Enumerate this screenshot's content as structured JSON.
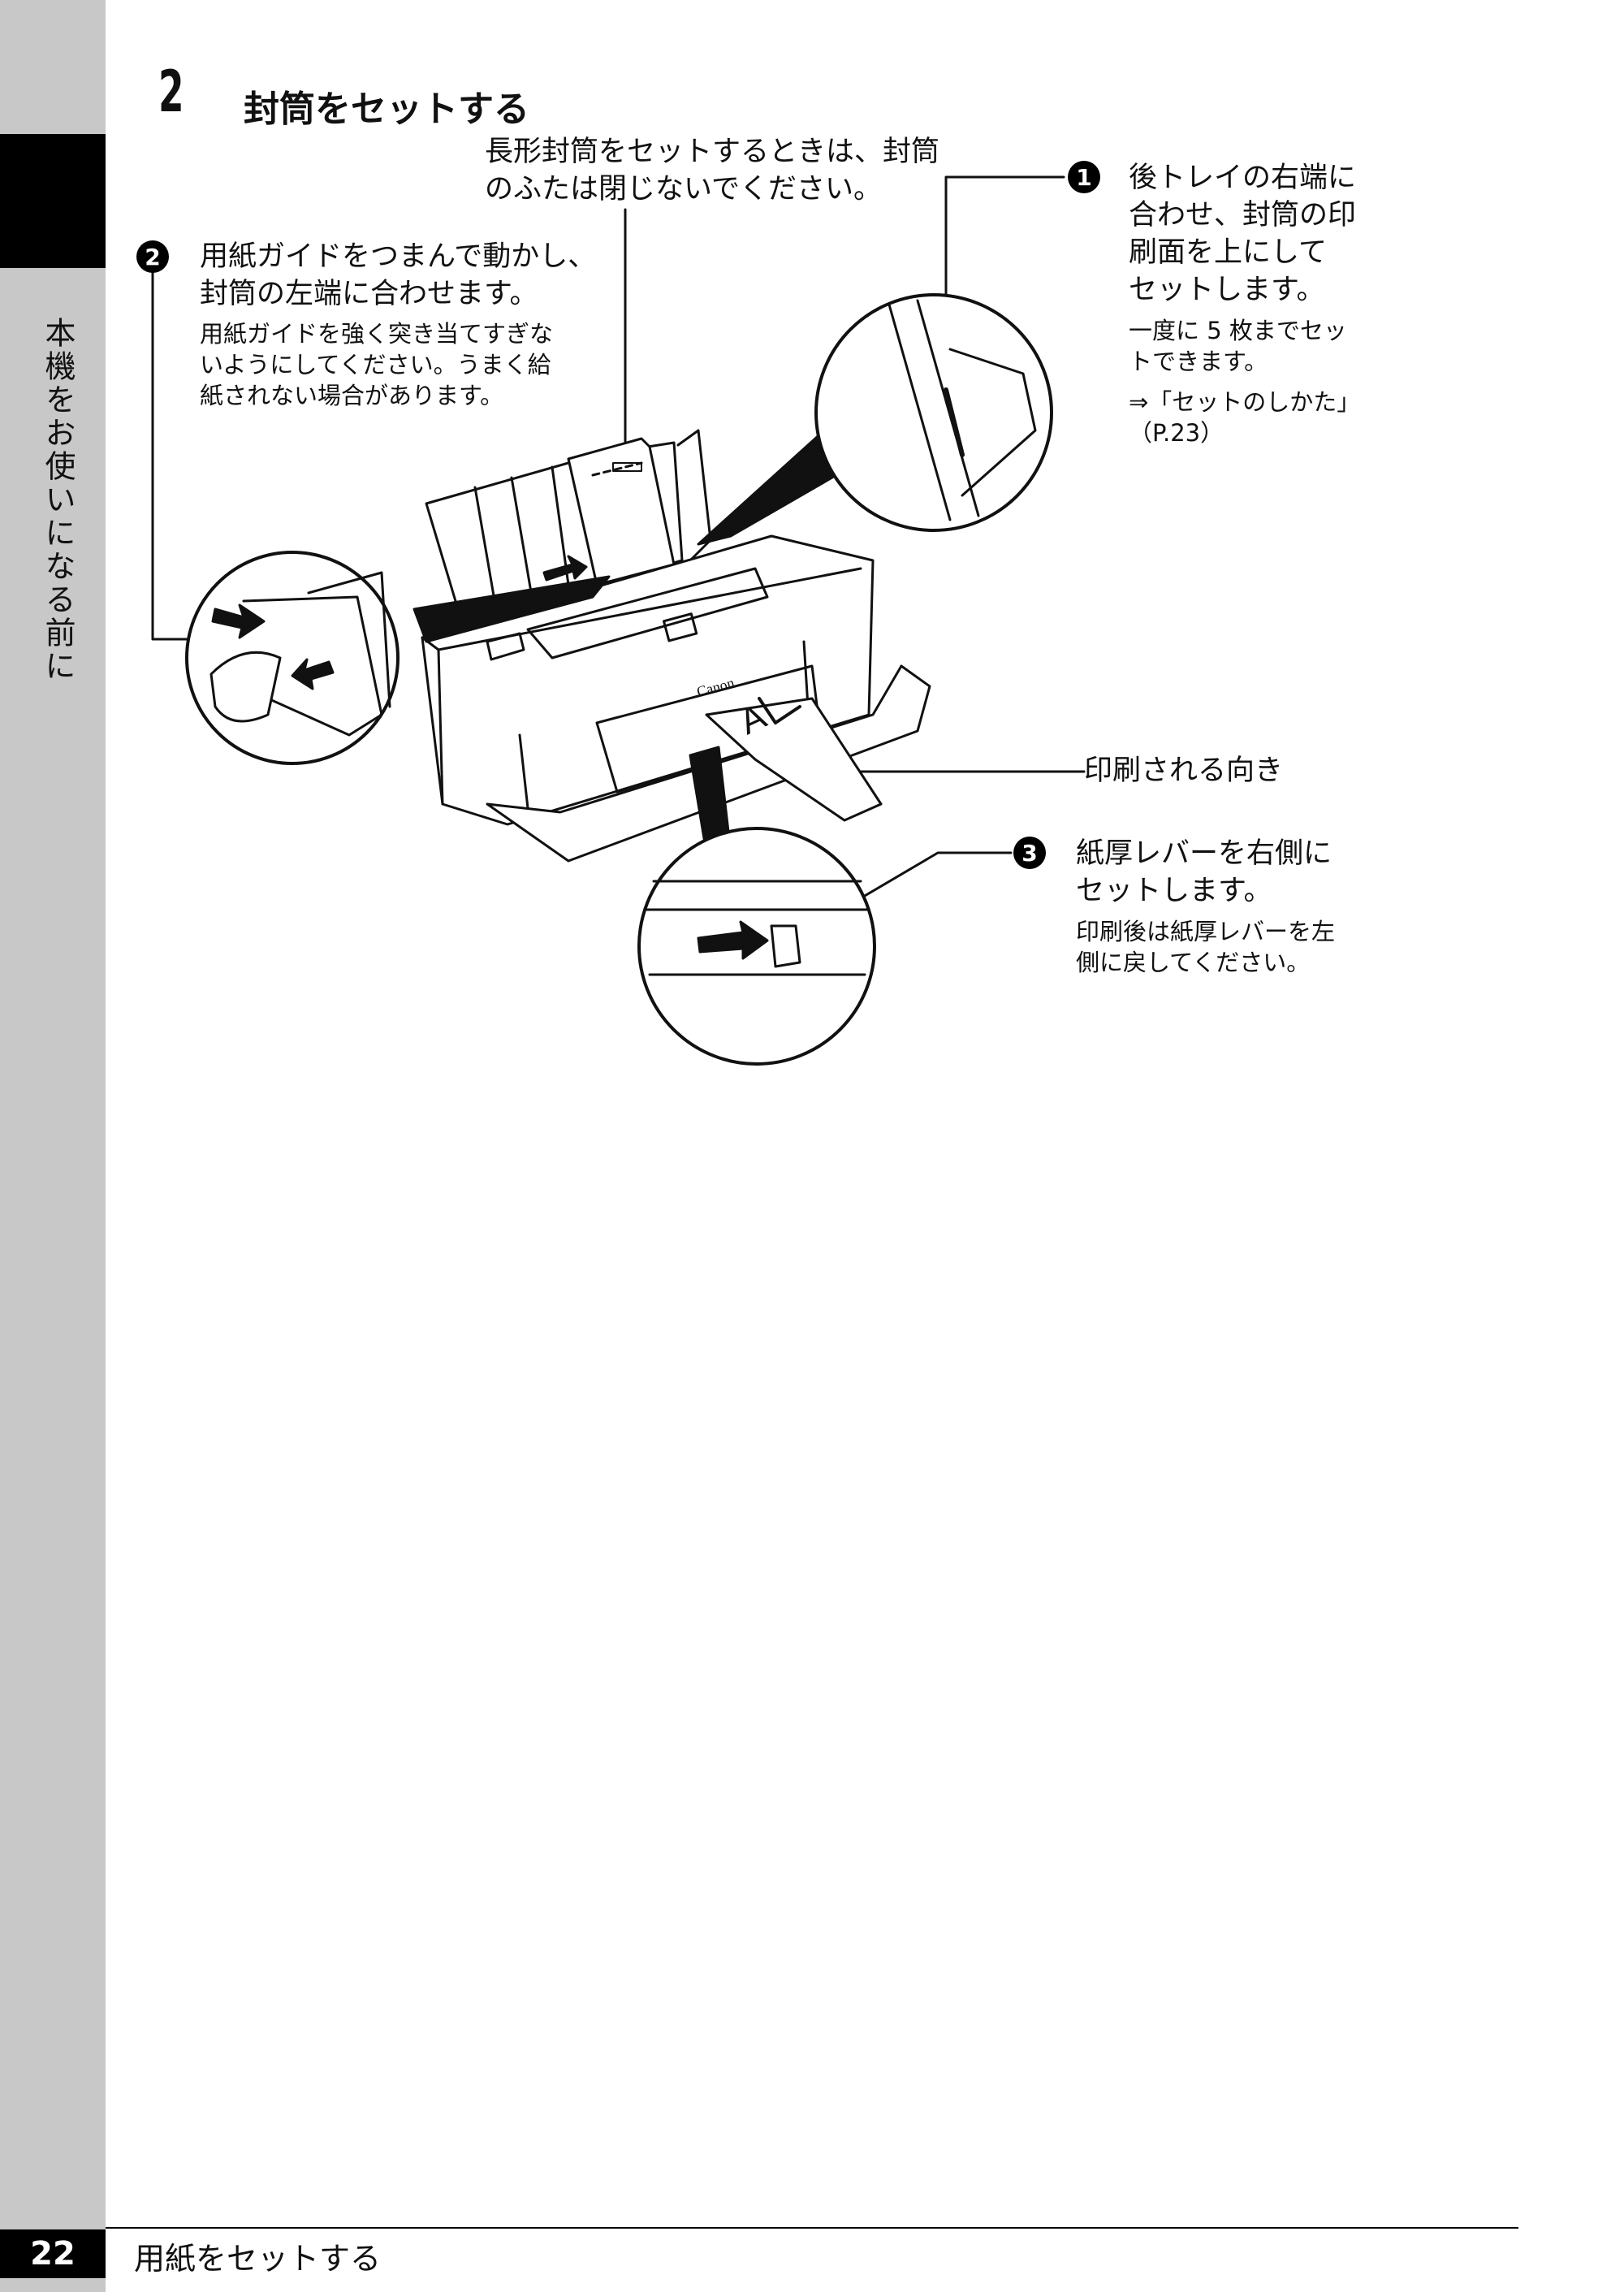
{
  "sidebar": {
    "section_label": "本機をお使いになる前に"
  },
  "step": {
    "number": "2",
    "title": "封筒をセットする"
  },
  "notes": {
    "top_line1": "長形封筒をセットするときは、封筒",
    "top_line2": "のふたは閉じないでください。"
  },
  "callout1": {
    "badge": "1",
    "line1": "後トレイの右端に",
    "line2": "合わせ、封筒の印",
    "line3": "刷面を上にして",
    "line4": "セットします。",
    "sub1": "一度に 5 枚までセッ",
    "sub2": "トできます。",
    "ref1": "⇒「セットのしかた」",
    "ref2": "（P.23）"
  },
  "callout2": {
    "badge": "2",
    "line1": "用紙ガイドをつまんで動かし、",
    "line2": "封筒の左端に合わせます。",
    "sub1": "用紙ガイドを強く突き当てすぎな",
    "sub2": "いようにしてください。うまく給",
    "sub3": "紙されない場合があります。"
  },
  "print_direction": {
    "label": "印刷される向き"
  },
  "callout3": {
    "badge": "3",
    "line1": "紙厚レバーを右側に",
    "line2": "セットします。",
    "sub1": "印刷後は紙厚レバーを左",
    "sub2": "側に戻してください。"
  },
  "illustration": {
    "brand": "Canon",
    "envelope_mark": "A"
  },
  "footer": {
    "page_number": "22",
    "title": "用紙をセットする"
  }
}
